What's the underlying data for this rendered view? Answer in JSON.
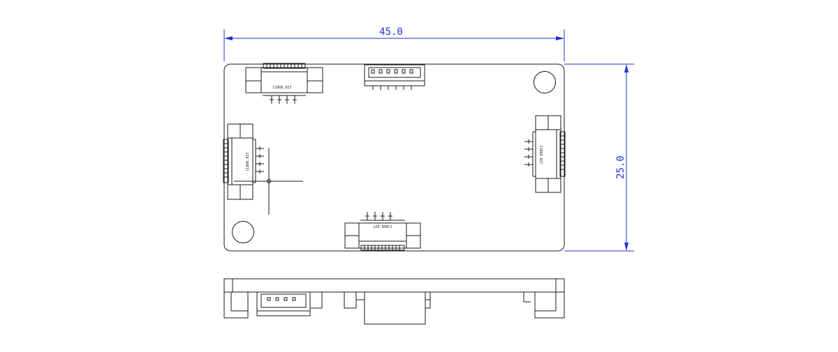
{
  "colors": {
    "outline": "#1a1a1a",
    "dimension": "#1f2fd8",
    "background": "#ffffff"
  },
  "dimensions": {
    "width_label": "45.0",
    "height_label": "25.0"
  },
  "connectors": {
    "top_left_label": "C10U6.027",
    "left_label": "CLDU6.027",
    "right_label": "C10U6.027",
    "bottom_label": "C10U6.027"
  }
}
